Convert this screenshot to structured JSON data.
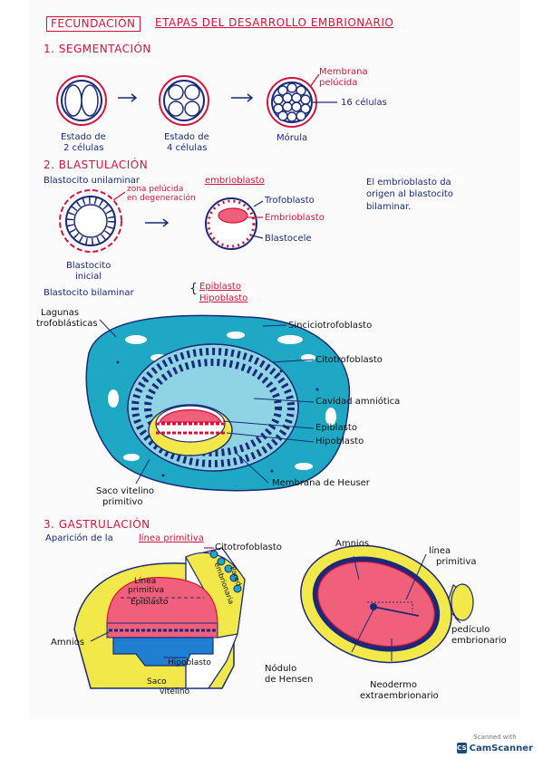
{
  "header": {
    "box_label": "FECUNDACIÓN",
    "title": "ETAPAS DEL DESARROLLO EMBRIONARIO"
  },
  "section1": {
    "heading": "1. SEGMENTACIÓN",
    "stage_2_line1": "Estado de",
    "stage_2_line2": "2 células",
    "stage_4_line1": "Estado de",
    "stage_4_line2": "4 células",
    "morula": "Mórula",
    "membrane_line1": "Membrana",
    "membrane_line2": "pelúcida",
    "cells_16": "16 células"
  },
  "section2": {
    "heading": "2. BLASTULACIÓN",
    "unilaminar": "Blastocito unilaminar",
    "embryoblast": "embrioblasto",
    "zona_line1": "zona pelúcida",
    "zona_line2": "en degeneración",
    "trofoblasto": "Trofoblasto",
    "embrioblasto": "Embrioblasto",
    "blastocele": "Blastocele",
    "initial_line1": "Blastocito",
    "initial_line2": "inicial",
    "note_line1": "El embrioblasto da",
    "note_line2": "origen al blastocito",
    "note_line3": "bilaminar.",
    "bilaminar": "Blastocito bilaminar",
    "epiblasto": "Epiblasto",
    "hipoblasto": "Hipoblasto"
  },
  "diagram2": {
    "lagunas_line1": "Lagunas",
    "lagunas_line2": "trofoblásticas",
    "sinciciotrofoblasto": "Sinciciotrofoblasto",
    "citotrofoblasto": "Citotrofoblasto",
    "cavidad": "Cavidad amniótica",
    "epiblasto": "Epiblasto",
    "hipoblasto": "Hipoblasto",
    "heuser": "Membrana de Heuser",
    "saco_line1": "Saco vitelino",
    "saco_line2": "primitivo"
  },
  "section3": {
    "heading": "3. GASTRULACIÓN",
    "aparicion": "Aparición de la",
    "linea_primitiva": "línea primitiva",
    "citotrofoblasto": "Citotrofoblasto",
    "pared_line1": "Pared",
    "pared_line2": "embrionaria",
    "linea_line1": "Línea",
    "linea_line2": "primitiva",
    "epiblasto": "Epiblasto",
    "amnios_left": "Amnios",
    "hipoblasto": "Hipoblasto",
    "saco_line1": "Saco",
    "saco_line2": "vitelino",
    "amnios_right": "Amnios",
    "linea_r_line1": "línea",
    "linea_r_line2": "primitiva",
    "pediculo_line1": "pedículo",
    "pediculo_line2": "embrionario",
    "nodulo_line1": "Nódulo",
    "nodulo_line2": "de Hensen",
    "neo_line1": "Neodermo",
    "neo_line2": "extraembrionario"
  },
  "watermark": {
    "scanned": "Scanned with",
    "logo": "CS",
    "name": "CamScanner"
  },
  "colors": {
    "navy": "#1a2a7a",
    "red": "#d4143a",
    "cyan": "#1fa8c4",
    "pink": "#f0607a",
    "yellow": "#f2e84a",
    "blue": "#1f7fd0"
  }
}
